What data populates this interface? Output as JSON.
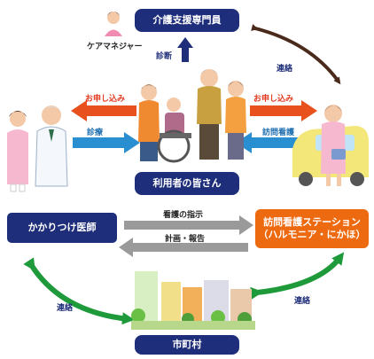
{
  "nodes": {
    "care_specialist": "介護支援専門員",
    "users": "利用者の皆さん",
    "doctor": "かかりつけ医師",
    "station_line1": "訪問看護ステーション",
    "station_line2": "（ハルモニア・にかほ）",
    "municipality": "市町村"
  },
  "labels": {
    "care_manager": "ケアマネジャー",
    "diagnosis": "診断",
    "renraku_top": "連絡",
    "application_left": "お申し込み",
    "application_right": "お申し込み",
    "consultation": "診療",
    "home_nursing": "訪問看護",
    "nursing_instruction": "看護の指示",
    "plan_report": "計画・報告",
    "renraku_left": "連絡",
    "renraku_right": "連絡"
  },
  "colors": {
    "navy": "#1f2e7a",
    "orange": "#ee6a10",
    "red_arrow": "#e8501e",
    "blue_arrow": "#2a8fd0",
    "green_arrow": "#1f9a3a",
    "gray_arrow": "#9a9a9a",
    "dark_arrow": "#4a2a1a"
  }
}
